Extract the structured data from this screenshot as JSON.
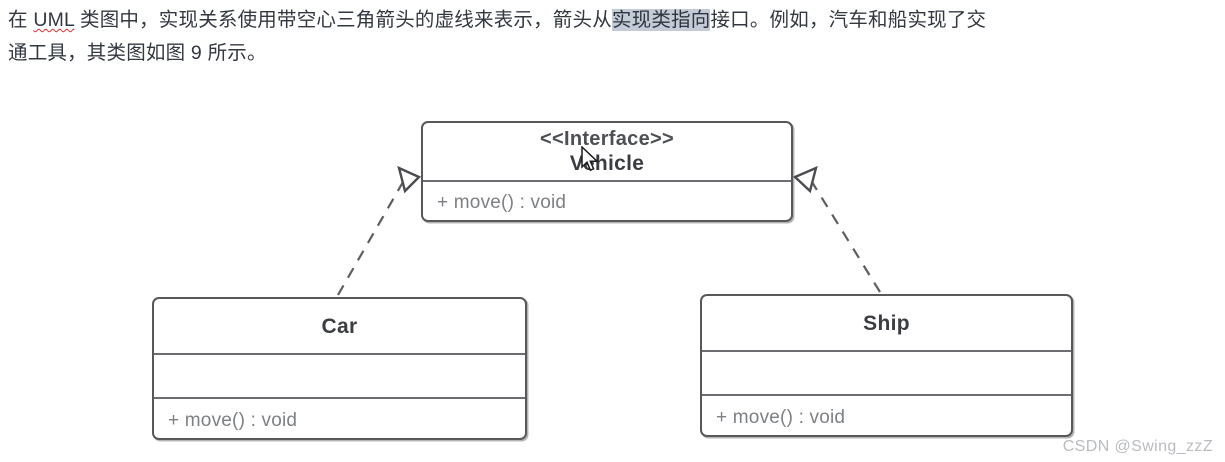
{
  "prose": {
    "line1_part1": "在 ",
    "line1_misspelled": "UML",
    "line1_part2": " 类图中，实现关系使用带空心三角箭头的虚线来表示，箭头从",
    "line1_selected": "实现类指向",
    "line1_part3": "接口。例如，汽车和船实现了交",
    "line2": "通工具，其类图如图 9 所示。"
  },
  "diagram": {
    "interface": {
      "stereotype": "<<Interface>>",
      "name": "Vehicle",
      "operations": "+ move() : void"
    },
    "car": {
      "name": "Car",
      "attributes": "",
      "operations": "+ move() : void"
    },
    "ship": {
      "name": "Ship",
      "attributes": "",
      "operations": "+ move() : void"
    },
    "relationships": [
      {
        "from": "Car",
        "to": "Vehicle",
        "kind": "realization",
        "style": "dashed-hollow-triangle"
      },
      {
        "from": "Ship",
        "to": "Vehicle",
        "kind": "realization",
        "style": "dashed-hollow-triangle"
      }
    ]
  },
  "colors": {
    "box_border": "#57585a",
    "divider": "#6b6d70",
    "member_text": "#7d8084",
    "class_text": "#3a3d42",
    "selection_highlight": "#c3cbd6",
    "spellcheck_underline": "#e03030",
    "watermark": "#b9bcc0",
    "edge": "#5c5e61"
  },
  "watermark": {
    "text": "CSDN @Swing_zzZ"
  }
}
